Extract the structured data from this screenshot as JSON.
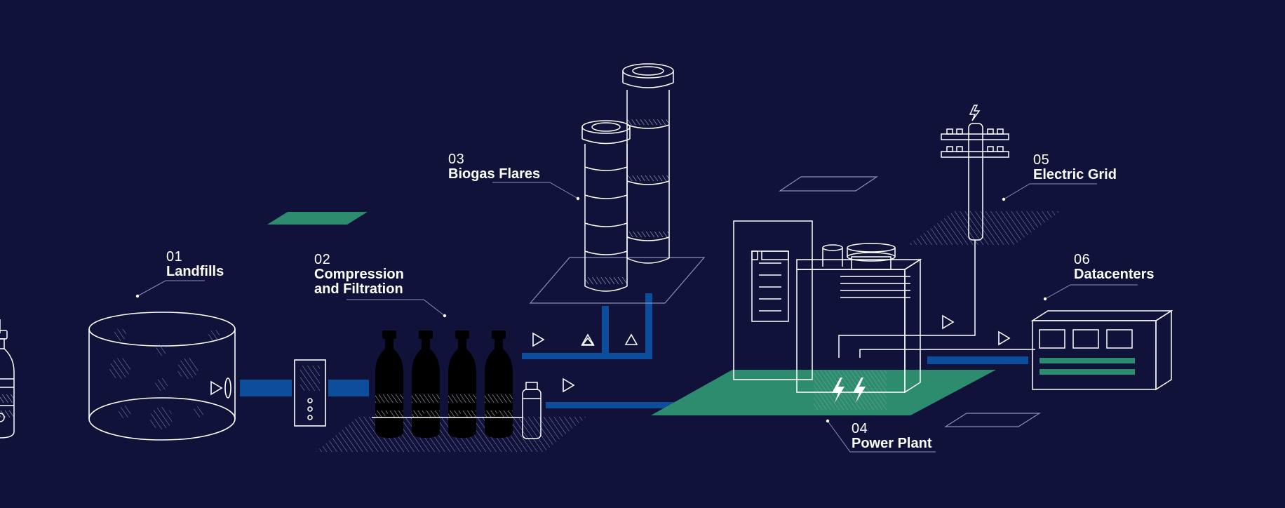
{
  "colors": {
    "background": "#10123a",
    "line": "#ffffff",
    "pipe": "#0c4d9c",
    "platform": "#2e8c6e",
    "leader": "#8b90b8"
  },
  "stages": [
    {
      "number": "01",
      "title": "Landfills",
      "icon": "landfill-icon"
    },
    {
      "number": "02",
      "title": "Compression",
      "title_line2": "and Filtration",
      "icon": "gas-cylinders-icon"
    },
    {
      "number": "03",
      "title": "Biogas Flares",
      "icon": "flare-stacks-icon"
    },
    {
      "number": "04",
      "title": "Power Plant",
      "icon": "power-plant-icon"
    },
    {
      "number": "05",
      "title": "Electric Grid",
      "icon": "utility-pole-icon"
    },
    {
      "number": "06",
      "title": "Datacenters",
      "icon": "server-rack-icon"
    }
  ]
}
